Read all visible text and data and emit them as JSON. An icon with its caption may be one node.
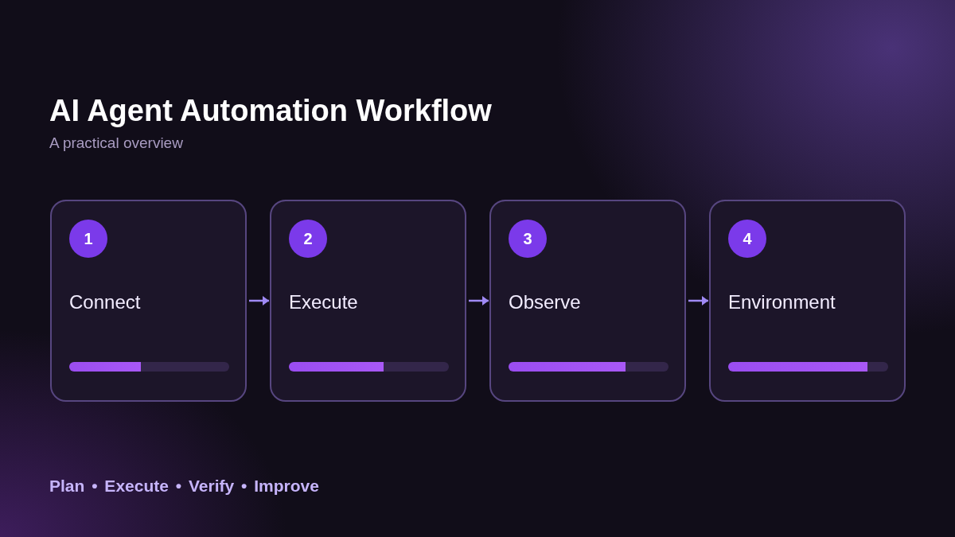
{
  "diagram": {
    "title": "AI Agent Automation Workflow",
    "nodes": [
      {
        "text": [
          "1",
          "Connect"
        ]
      },
      {
        "text": [
          "2",
          "Execute"
        ]
      },
      {
        "text": [
          "3",
          "Observe"
        ]
      },
      {
        "text": [
          "4",
          "Environment"
        ]
      }
    ],
    "edges": [
      {
        "from": 0,
        "to": 1,
        "arrow": "to"
      },
      {
        "from": 1,
        "to": 2,
        "arrow": "to"
      },
      {
        "from": 2,
        "to": 3,
        "arrow": "to"
      }
    ],
    "labels": [
      "A practical overview",
      "Plan • Execute • Verify • Improve"
    ]
  }
}
